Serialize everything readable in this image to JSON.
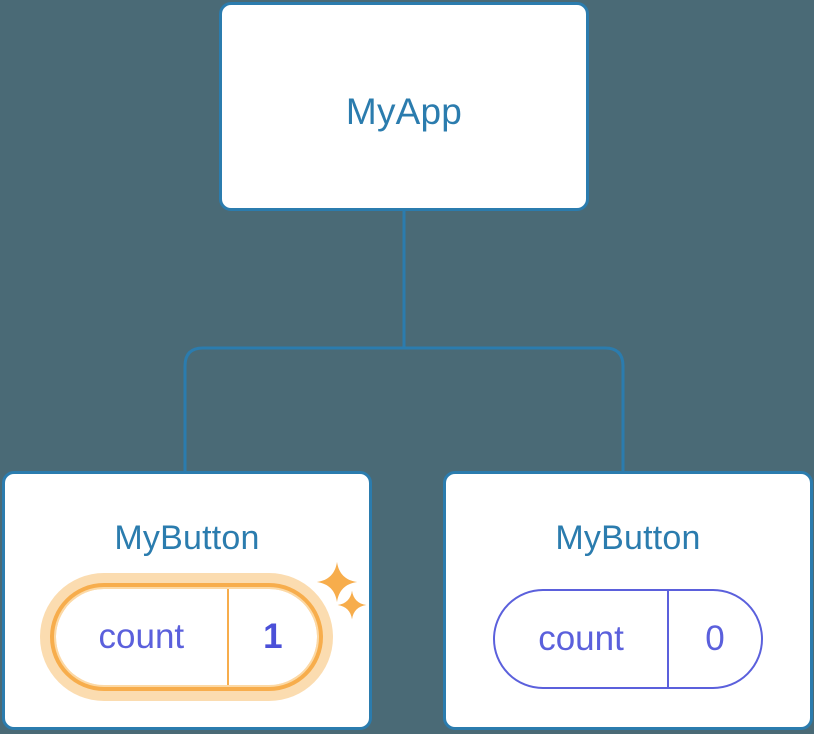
{
  "diagram": {
    "type": "component-tree",
    "background_color": "#4a6a76",
    "connector_color": "#2b7cae",
    "node_border_color": "#2b7cae",
    "node_title_color": "#2b7cae",
    "pill_color": "#5b60dc",
    "highlight_color": "#f7ad4c",
    "highlight_glow_color": "#fbdcb0"
  },
  "root": {
    "title": "MyApp"
  },
  "children": [
    {
      "title": "MyButton",
      "state": {
        "key": "count",
        "value": "1"
      },
      "highlighted": true,
      "sparkles": [
        "sparkle-large-icon",
        "sparkle-small-icon"
      ]
    },
    {
      "title": "MyButton",
      "state": {
        "key": "count",
        "value": "0"
      },
      "highlighted": false
    }
  ]
}
